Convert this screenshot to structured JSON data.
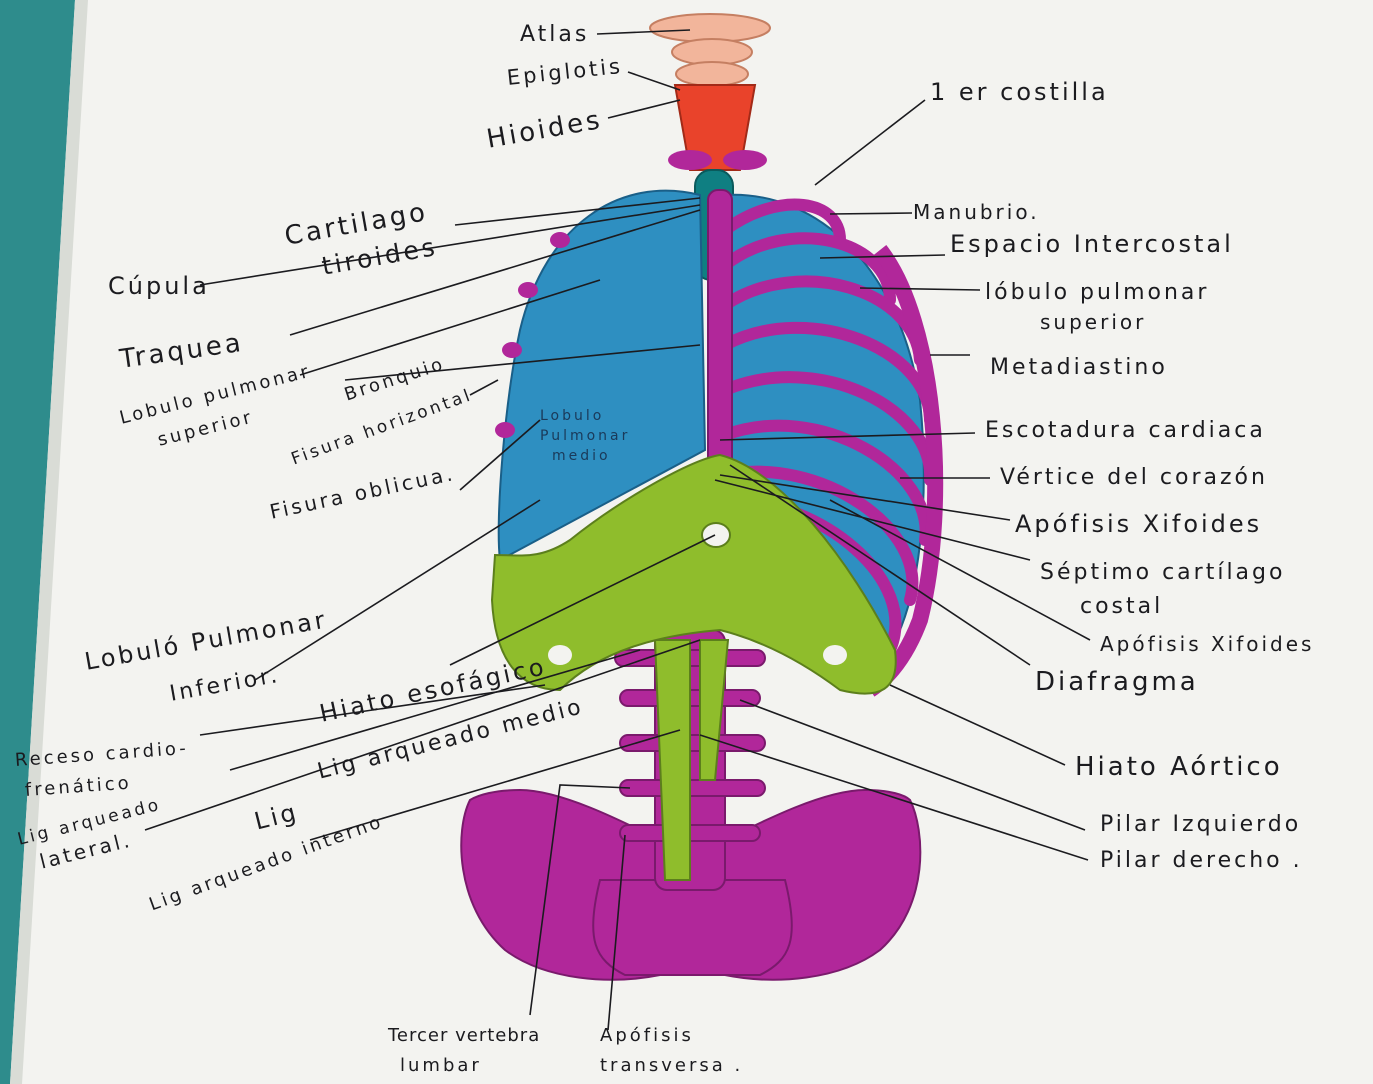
{
  "labels": {
    "atlas": "Atlas",
    "epiglotis": "Epiglotis",
    "hioides": "Hioides",
    "ter_costilla": "1 er costilla",
    "cartilago": "Cartilago",
    "tiroides": "tiroides",
    "manubrio": "Manubrio.",
    "cupula": "Cúpula",
    "espacio_intercostal": "Espacio Intercostal",
    "lobulo_sup_der_1": "lóbulo pulmonar",
    "lobulo_sup_der_2": "superior",
    "traquea": "Traquea",
    "lobulo_sup_izq_1": "Lobulo pulmonar",
    "lobulo_sup_izq_2": "superior",
    "bronquio": "Bronquio",
    "metadiastino": "Metadiastino",
    "fisura_horizontal": "Fisura horizontal",
    "lobulo_medio_1": "Lobulo",
    "lobulo_medio_2": "Pulmonar",
    "lobulo_medio_3": "medio",
    "escotadura": "Escotadura cardiaca",
    "vertice": "Vértice del corazón",
    "fisura_oblicua": "Fisura oblicua.",
    "apofisis_xifoides_1": "Apófisis Xifoides",
    "septimo_1": "Séptimo cartílago",
    "septimo_2": "costal",
    "apofisis_xifoides_2": "Apófisis Xifoides",
    "diafragma": "Diafragma",
    "lobulo_inf_1": "Lobuló Pulmonar",
    "lobulo_inf_2": "Inferior.",
    "hiato_esofagico": "Hiato esofágico",
    "receso_1": "Receso cardio-",
    "receso_2": "frenático",
    "lig_medio": "Lig arqueado medio",
    "hiato_aortico": "Hiato Aórtico",
    "pilar_izq": "Pilar Izquierdo",
    "pilar_der": "Pilar derecho .",
    "lig_lateral_1": "Lig arqueado",
    "lig_lateral_2": "lateral.",
    "lig_lig": "Lig",
    "lig_interno": "Lig arqueado interno",
    "tercer_1": "Tercer vertebra",
    "tercer_2": "lumbar",
    "apofisis_t_1": "Apófisis",
    "apofisis_t_2": "transversa ."
  },
  "colors": {
    "paper": "#f3f3f0",
    "ink": "#1b1b1f",
    "atlas": "#f2b59b",
    "larynx": "#e9432b",
    "trachea": "#0f7f82",
    "lung": "#2e8fc1",
    "bone": "#b1279a",
    "diaphragm": "#8fbd2c",
    "green_binder": "#2e8c8c"
  }
}
